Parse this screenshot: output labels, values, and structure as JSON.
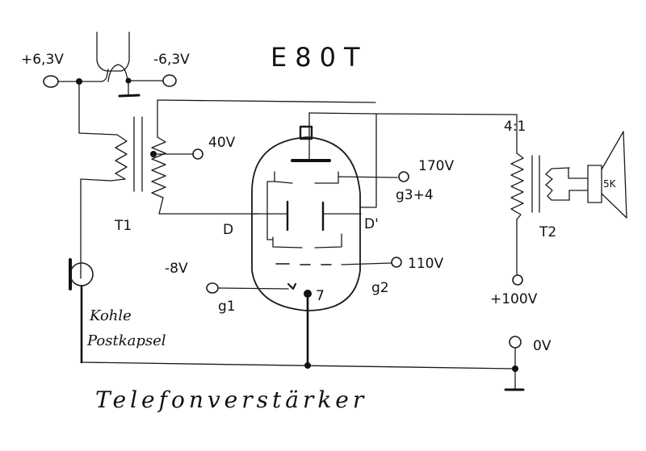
{
  "title": "E80T",
  "caption": "Telefonverstärker",
  "labels": {
    "heater_plus": "+6,3V",
    "heater_minus": "-6,3V",
    "tap_voltage": "40V",
    "g3g4_voltage": "170V",
    "g3g4_name": "g3+4",
    "g2_voltage": "110V",
    "g2_name": "g2",
    "g1_voltage": "-8V",
    "g1_name": "g1",
    "deflector_left": "D",
    "deflector_right": "D'",
    "pin_marker": "7",
    "transformer1": "T1",
    "transformer2": "T2",
    "ratio": "4:1",
    "speaker_impedance": "5K",
    "supply_plus": "+100V",
    "supply_zero": "0V",
    "microphone_line1": "Kohle",
    "microphone_line2": "Postkapsel"
  },
  "components": [
    {
      "id": "V1",
      "type": "tube",
      "name": "E80T"
    },
    {
      "id": "T1",
      "type": "transformer"
    },
    {
      "id": "T2",
      "type": "transformer",
      "ratio": "4:1"
    },
    {
      "id": "LS",
      "type": "speaker",
      "impedance": "5K"
    },
    {
      "id": "MIC",
      "type": "carbon-microphone",
      "name": "Kohle Postkapsel"
    }
  ]
}
